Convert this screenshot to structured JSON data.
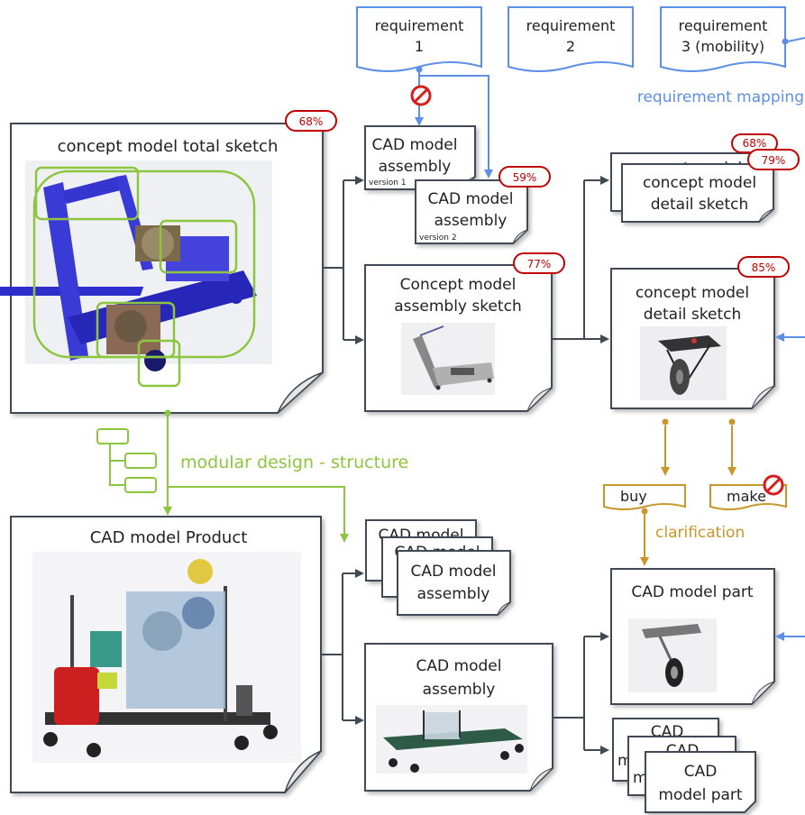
{
  "requirements": [
    {
      "line1": "requirement",
      "line2": "1"
    },
    {
      "line1": "requirement",
      "line2": "2"
    },
    {
      "line1": "requirement",
      "line2": "3 (mobility)"
    }
  ],
  "requirement_mapping": "requirement mapping",
  "total_sketch": {
    "title": "concept model total sketch",
    "badge": "68%"
  },
  "cad_assembly_v1": {
    "line1": "CAD model",
    "line2": "assembly",
    "version": "version 1"
  },
  "cad_assembly_v2": {
    "line1": "CAD model",
    "line2": "assembly",
    "version": "version 2",
    "badge": "59%"
  },
  "concept_assembly_sketch": {
    "line1": "Concept model",
    "line2": "assembly sketch",
    "badge": "77%"
  },
  "detail_sketch_stack": {
    "back_text": "concept model",
    "back_badge": "68%",
    "line1": "concept model",
    "line2": "detail sketch",
    "badge": "79%"
  },
  "detail_sketch_main": {
    "line1": "concept model",
    "line2": "detail sketch",
    "badge": "85%"
  },
  "modular_design": "modular design - structure",
  "buy_make": {
    "buy": "buy",
    "make": "make",
    "clarification": "clarification"
  },
  "cad_product": {
    "title": "CAD model Product"
  },
  "cad_assembly_stack": {
    "back1": "CAD model",
    "back2": "CAD model",
    "line1": "CAD model",
    "line2": "assembly"
  },
  "cad_assembly_main": {
    "line1": "CAD model",
    "line2": "assembly"
  },
  "cad_part": {
    "title": "CAD model part"
  },
  "cad_part_stack": {
    "back1_a": "CAD",
    "back1_b": "m",
    "back2_a": "CAD",
    "back2_b": "m",
    "line1": "CAD",
    "line2": "model part"
  },
  "colors": {
    "blue": "#5b8fe8",
    "green": "#8cc63f",
    "gold": "#c9962a",
    "dark": "#404a55",
    "badge": "#c00000"
  }
}
